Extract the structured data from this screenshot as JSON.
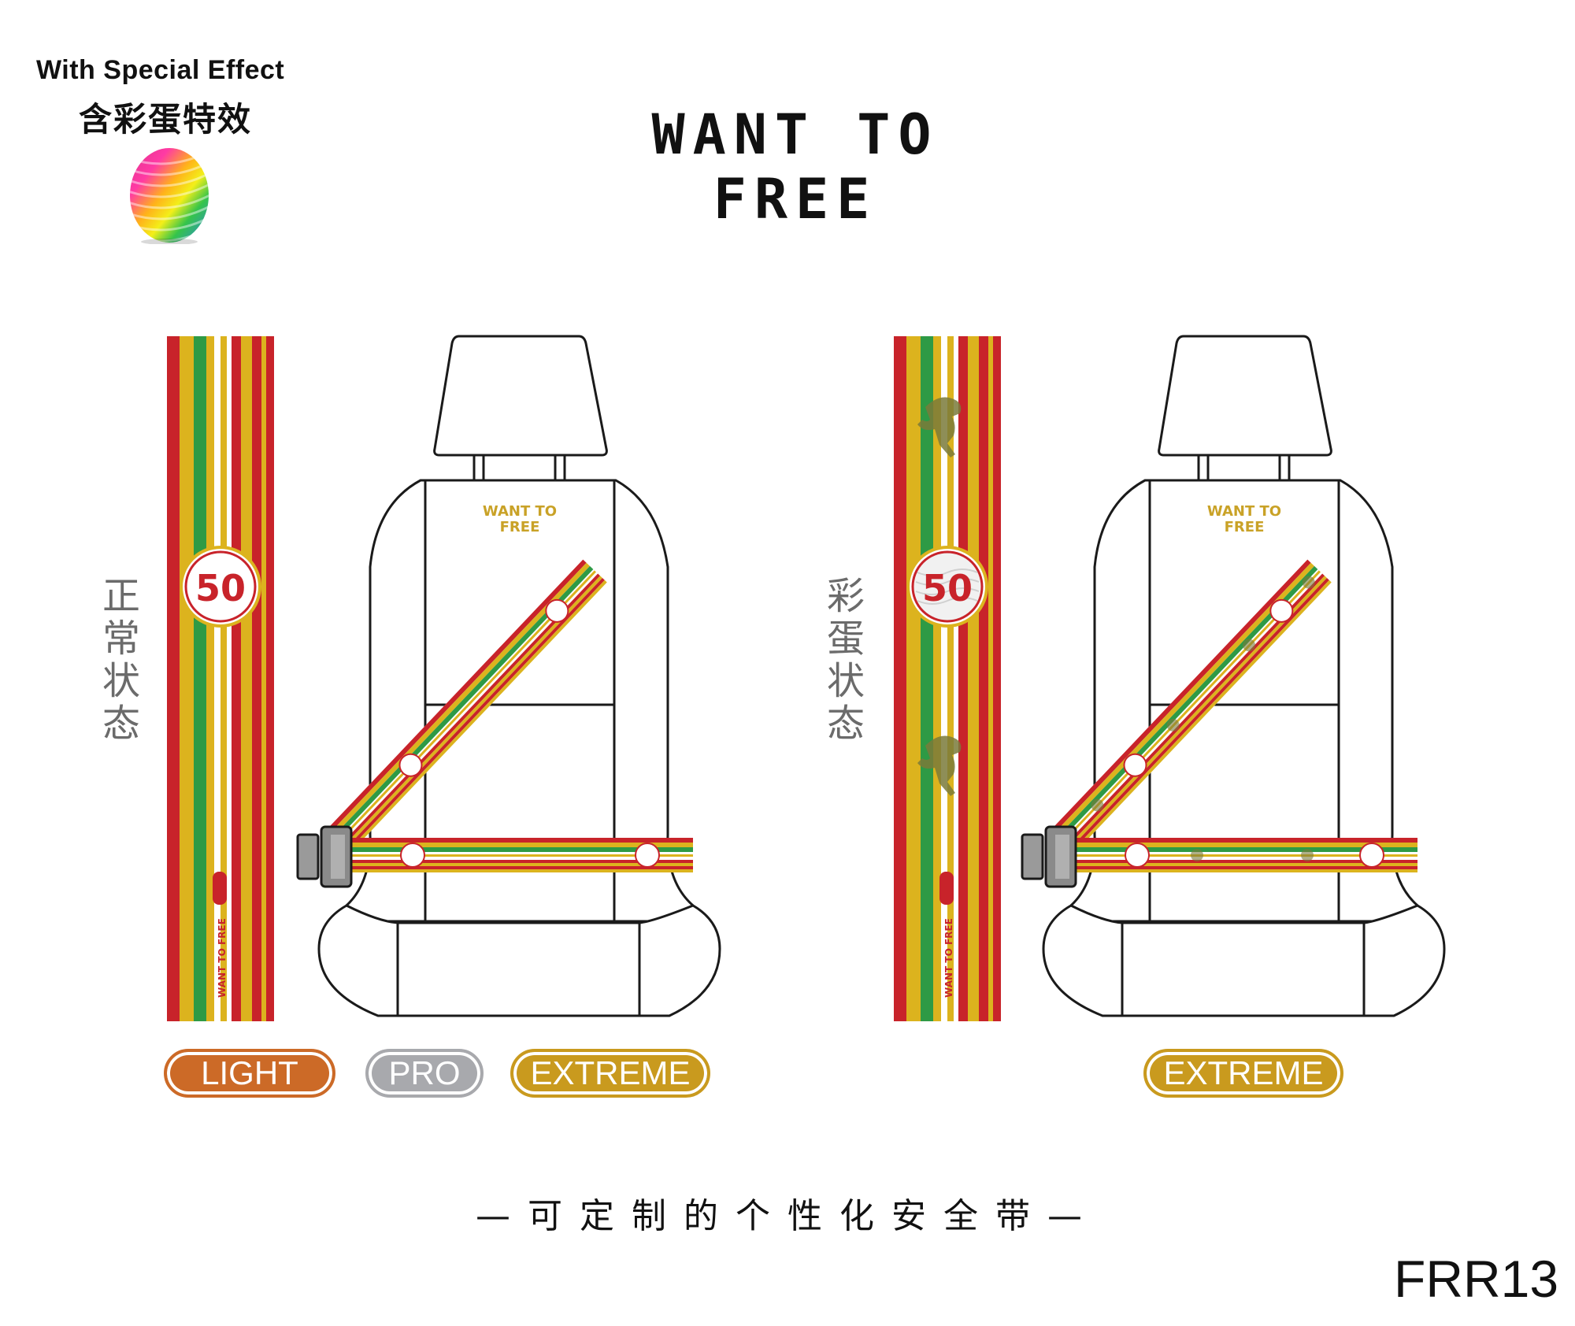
{
  "effect": {
    "label_en": "With Special Effect",
    "label_zh": "含彩蛋特效"
  },
  "brand": {
    "line1": "WANT TO",
    "line2": "FREE"
  },
  "belt_text": "WANT TO FREE",
  "speed_badge": "50",
  "labels": {
    "normal": "正常状态",
    "easter": "彩蛋状态"
  },
  "tiers": {
    "light": "LIGHT",
    "pro": "PRO",
    "extreme_left": "EXTREME",
    "extreme_right": "EXTREME"
  },
  "tagline": "—可定制的个性化安全带—",
  "product_code": "FRR13",
  "colors": {
    "red": "#c8232a",
    "yellow": "#dcb31e",
    "green": "#2e9a45",
    "white": "#ffffff",
    "gold_logo": "#c9a227",
    "tier_light": "#cc6a27",
    "tier_pro": "#a8a9ad",
    "tier_extreme": "#c99a1e"
  }
}
